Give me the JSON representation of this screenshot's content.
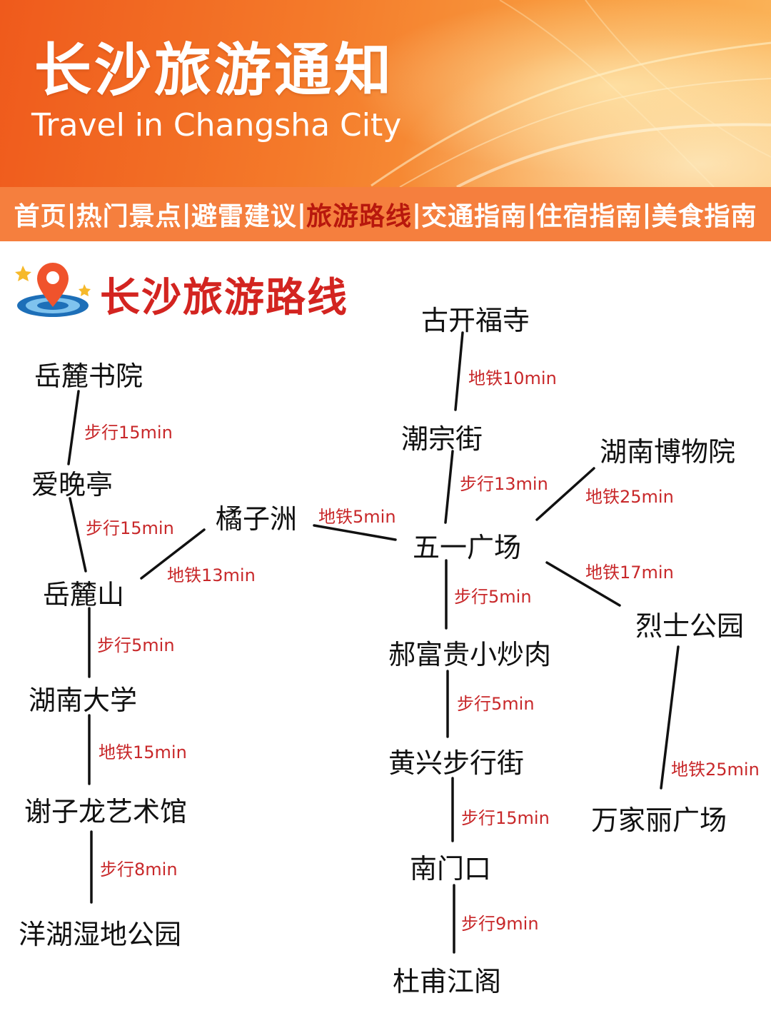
{
  "header": {
    "title": "长沙旅游通知",
    "subtitle": "Travel in Changsha City"
  },
  "nav": {
    "items": [
      "首页",
      "热门景点",
      "避雷建议",
      "旅游路线",
      "交通指南",
      "住宿指南",
      "美食指南"
    ],
    "active": "旅游路线",
    "separator": "|"
  },
  "section": {
    "title": "长沙旅游路线",
    "icon": "location-pin-icon"
  },
  "stations": {
    "yuelu_academy": "岳麓书院",
    "aiwan_pavilion": "爱晚亭",
    "yuelu_mountain": "岳麓山",
    "hunan_university": "湖南大学",
    "xieziling_museum": "谢子龙艺术馆",
    "yanghu_wetland": "洋湖湿地公园",
    "orange_isle": "橘子洲",
    "gukaifu_temple": "古开福寺",
    "chaozong_street": "潮宗街",
    "wuyi_square": "五一广场",
    "hunan_museum": "湖南博物院",
    "lieshi_park": "烈士公园",
    "wanjiali_plaza": "万家丽广场",
    "haofugui": "郝富贵小炒肉",
    "huangxing_street": "黄兴步行街",
    "nanmenkou": "南门口",
    "dufu_pavilion": "杜甫江阁"
  },
  "connections": {
    "academy_to_aiwan": "步行15min",
    "aiwan_to_yuelu": "步行15min",
    "yuelu_to_orange": "地铁13min",
    "orange_to_wuyi": "地铁5min",
    "yuelu_to_hnu": "步行5min",
    "hnu_to_xieziling": "地铁15min",
    "xieziling_to_yanghu": "步行8min",
    "gukaifu_to_chaozong": "地铁10min",
    "chaozong_to_wuyi": "步行13min",
    "museum_to_wuyi": "地铁25min",
    "wuyi_to_lieshi": "地铁17min",
    "lieshi_to_wanjiali": "地铁25min",
    "wuyi_to_haofugui": "步行5min",
    "haofugui_to_huangxing": "步行5min",
    "huangxing_to_nanmen": "步行15min",
    "nanmen_to_dufu": "步行9min"
  },
  "colors": {
    "banner": "#f47a2a",
    "nav_bar": "#f57f3e",
    "nav_active": "#b8180d",
    "section_title": "#d32420",
    "connection_label": "#c8282a"
  }
}
